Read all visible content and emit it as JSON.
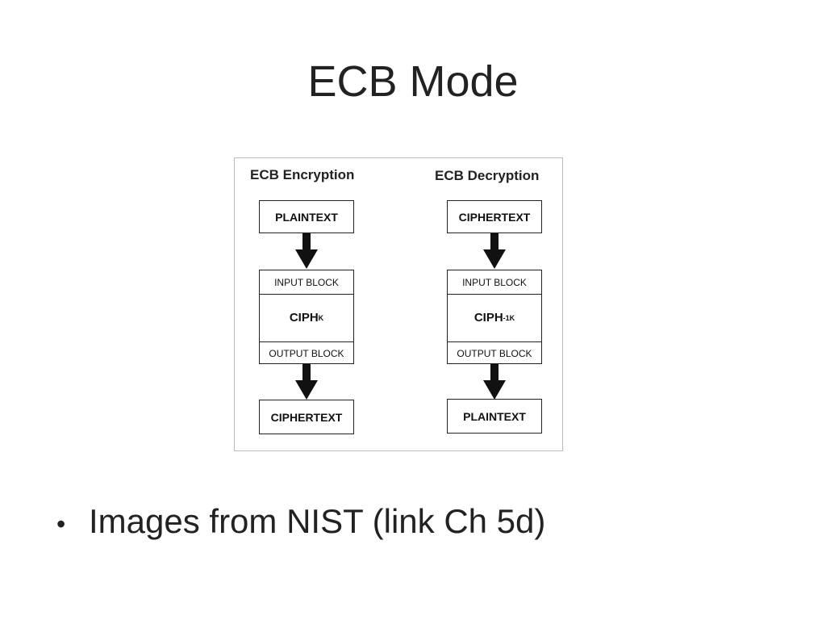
{
  "slide": {
    "title": "ECB Mode",
    "bullets": [
      {
        "marker": "•",
        "text": "Images from NIST (link Ch 5d)"
      }
    ]
  },
  "diagram": {
    "encryption": {
      "heading": "ECB Encryption",
      "input": "PLAINTEXT",
      "block_in": "INPUT BLOCK",
      "cipher": "CIPH",
      "cipher_sub": "K",
      "block_out": "OUTPUT BLOCK",
      "output": "CIPHERTEXT"
    },
    "decryption": {
      "heading": "ECB Decryption",
      "input": "CIPHERTEXT",
      "block_in": "INPUT BLOCK",
      "cipher": "CIPH",
      "cipher_sup": "-1",
      "cipher_sub": "K",
      "block_out": "OUTPUT BLOCK",
      "output": "PLAINTEXT"
    }
  }
}
